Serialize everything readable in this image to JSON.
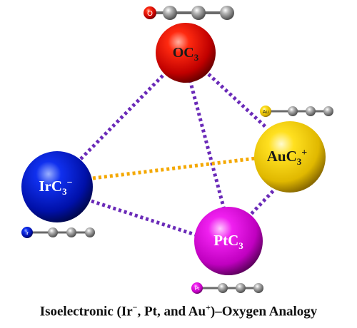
{
  "colors": {
    "oxygen": "#e00000",
    "iridium": "#0018c8",
    "gold": "#f0d000",
    "platinum": "#e000e0",
    "carbon": "#9a9a9a",
    "bond_purple": "#6a2ab8",
    "bond_orange": "#f4a800"
  },
  "nodes": {
    "oc3": {
      "base": "OC",
      "sub": "3",
      "sup": ""
    },
    "irc3": {
      "base": "IrC",
      "sub": "3",
      "sup": "−"
    },
    "auc3": {
      "base": "AuC",
      "sub": "3",
      "sup": "+"
    },
    "ptc3": {
      "base": "PtC",
      "sub": "3",
      "sup": ""
    }
  },
  "chains": {
    "o": {
      "head": "O"
    },
    "ir": {
      "head": "Ir"
    },
    "au": {
      "head": "Au"
    },
    "pt": {
      "head": "Pt"
    }
  },
  "caption": {
    "prefix": "Isoelectronic (Ir",
    "ir_charge": "−",
    "mid": ", Pt, and Au",
    "au_charge": "+",
    "suffix": ")–Oxygen Analogy"
  }
}
